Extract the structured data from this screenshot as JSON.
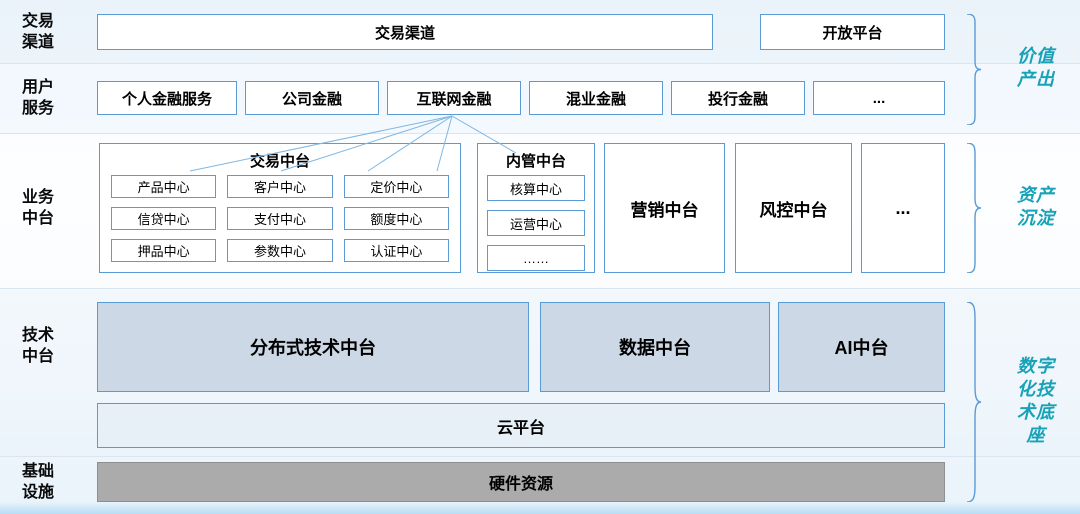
{
  "colors": {
    "box_border": "#5b9bd5",
    "tech_fill": "#ccd8e5",
    "cloud_fill": "#e7eff7",
    "hardware_fill": "#ababab",
    "side_label": "#17a2b8",
    "brace": "#5b9bd5",
    "connector": "#7fb7e3"
  },
  "left_labels": [
    "交易\n渠道",
    "用户\n服务",
    "业务\n中台",
    "技术\n中台",
    "基础\n设施"
  ],
  "channels": {
    "trade_channel": "交易渠道",
    "open_platform": "开放平台"
  },
  "services": [
    "个人金融服务",
    "公司金融",
    "互联网金融",
    "混业金融",
    "投行金融",
    "..."
  ],
  "business": {
    "trade": {
      "title": "交易中台",
      "cells": [
        "产品中心",
        "客户中心",
        "定价中心",
        "信贷中心",
        "支付中心",
        "额度中心",
        "押品中心",
        "参数中心",
        "认证中心"
      ]
    },
    "internal": {
      "title": "内管中台",
      "cells": [
        "核算中心",
        "运营中心",
        "……"
      ]
    },
    "marketing": "营销中台",
    "risk": "风控中台",
    "more": "..."
  },
  "tech": {
    "distributed": "分布式技术中台",
    "data": "数据中台",
    "ai": "AI中台",
    "cloud": "云平台"
  },
  "infrastructure": {
    "hardware": "硬件资源"
  },
  "side_labels": [
    "价值\n产出",
    "资产\n沉淀",
    "数字\n化技\n术底\n座"
  ]
}
